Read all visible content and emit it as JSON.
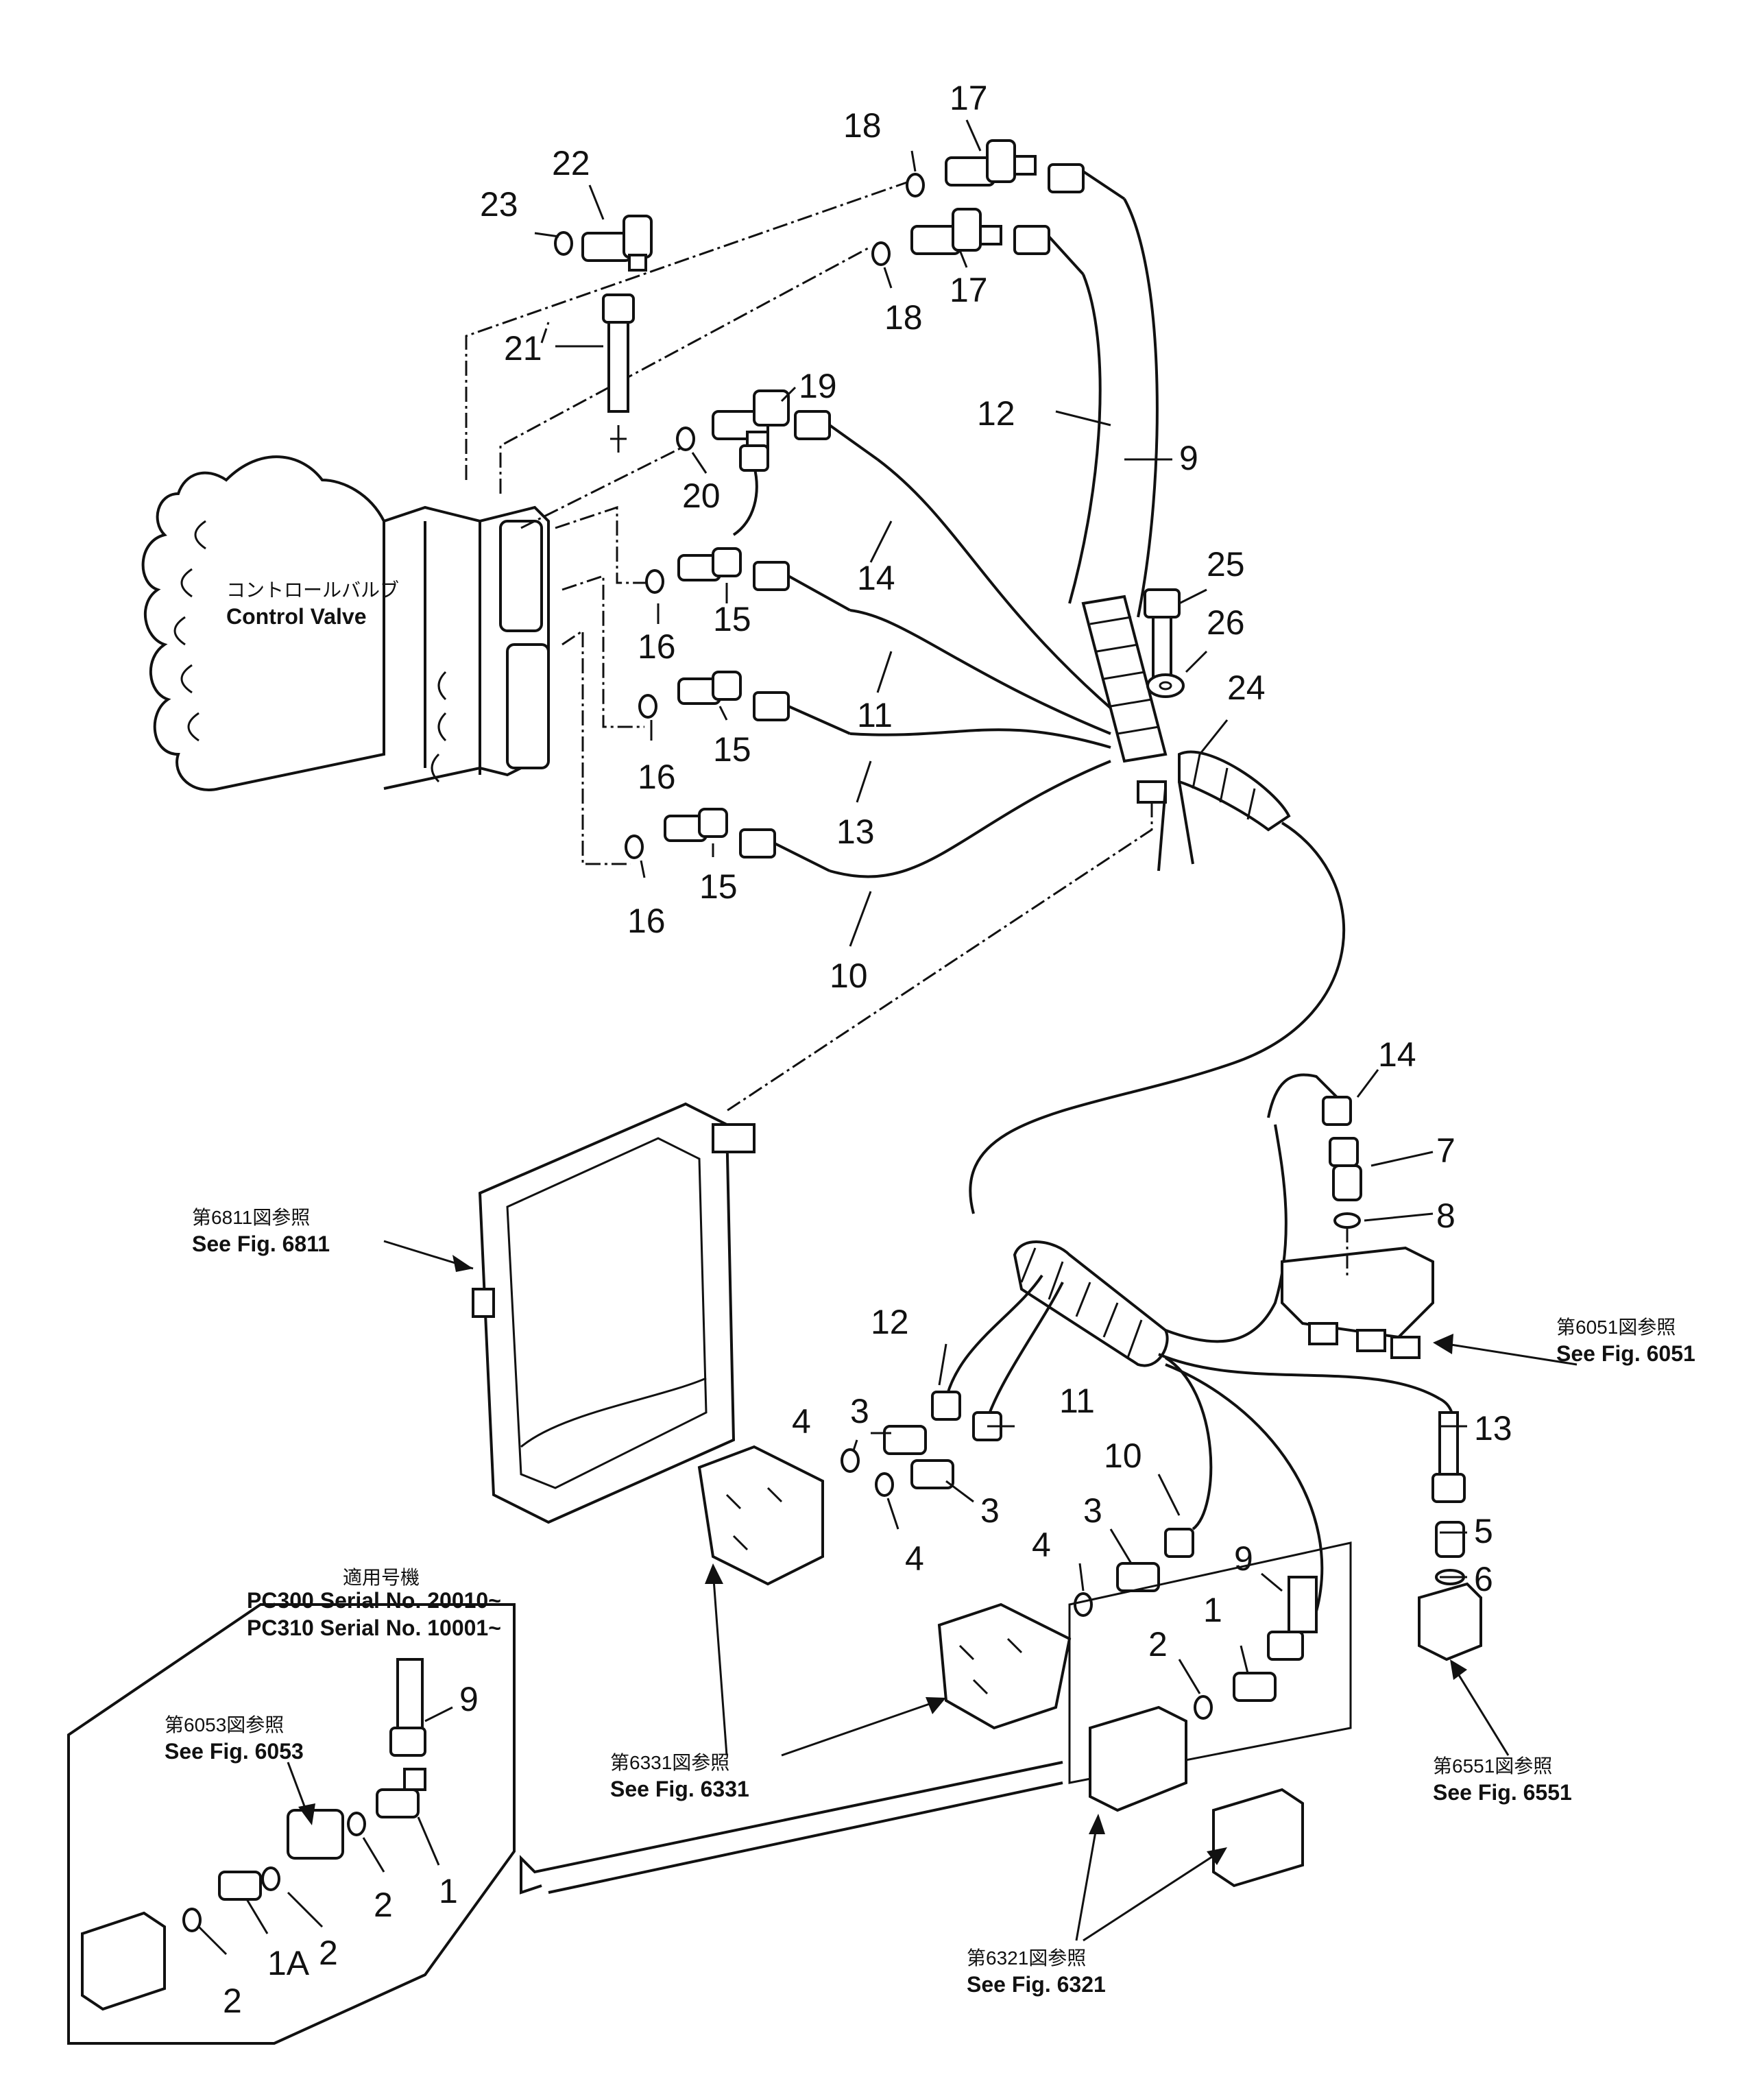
{
  "diagram": {
    "control_valve": {
      "label_jp": "コントロールバルブ",
      "label_en": "Control Valve"
    },
    "callouts": [
      {
        "id": "c17a",
        "text": "17"
      },
      {
        "id": "c18a",
        "text": "18"
      },
      {
        "id": "c22",
        "text": "22"
      },
      {
        "id": "c23",
        "text": "23"
      },
      {
        "id": "c18b",
        "text": "18"
      },
      {
        "id": "c17b",
        "text": "17"
      },
      {
        "id": "c21",
        "text": "21"
      },
      {
        "id": "c19",
        "text": "19"
      },
      {
        "id": "c12a",
        "text": "12"
      },
      {
        "id": "c9a",
        "text": "9"
      },
      {
        "id": "c20",
        "text": "20"
      },
      {
        "id": "c14a",
        "text": "14"
      },
      {
        "id": "c25",
        "text": "25"
      },
      {
        "id": "c26",
        "text": "26"
      },
      {
        "id": "c24",
        "text": "24"
      },
      {
        "id": "c16a",
        "text": "16"
      },
      {
        "id": "c15a",
        "text": "15"
      },
      {
        "id": "c11a",
        "text": "11"
      },
      {
        "id": "c16b",
        "text": "16"
      },
      {
        "id": "c15b",
        "text": "15"
      },
      {
        "id": "c13a",
        "text": "13"
      },
      {
        "id": "c16c",
        "text": "16"
      },
      {
        "id": "c15c",
        "text": "15"
      },
      {
        "id": "c10a",
        "text": "10"
      },
      {
        "id": "c14b",
        "text": "14"
      },
      {
        "id": "c7",
        "text": "7"
      },
      {
        "id": "c8",
        "text": "8"
      },
      {
        "id": "c12b",
        "text": "12"
      },
      {
        "id": "c3a",
        "text": "3"
      },
      {
        "id": "c11b",
        "text": "11"
      },
      {
        "id": "c4a",
        "text": "4"
      },
      {
        "id": "c3b",
        "text": "3"
      },
      {
        "id": "c4b",
        "text": "4"
      },
      {
        "id": "c10b",
        "text": "10"
      },
      {
        "id": "c3c",
        "text": "3"
      },
      {
        "id": "c4c",
        "text": "4"
      },
      {
        "id": "c13b",
        "text": "13"
      },
      {
        "id": "c5",
        "text": "5"
      },
      {
        "id": "c6",
        "text": "6"
      },
      {
        "id": "c9b",
        "text": "9"
      },
      {
        "id": "c1a",
        "text": "1"
      },
      {
        "id": "c2a",
        "text": "2"
      },
      {
        "id": "c9c",
        "text": "9"
      },
      {
        "id": "c1b",
        "text": "1"
      },
      {
        "id": "c2b",
        "text": "2"
      },
      {
        "id": "c2c",
        "text": "2"
      },
      {
        "id": "c1A",
        "text": "1A"
      },
      {
        "id": "c2d",
        "text": "2"
      }
    ],
    "references": {
      "fig6811": {
        "jp": "第6811図参照",
        "en": "See Fig. 6811"
      },
      "fig6051": {
        "jp": "第6051図参照",
        "en": "See Fig. 6051"
      },
      "fig6331": {
        "jp": "第6331図参照",
        "en": "See Fig. 6331"
      },
      "fig6053": {
        "jp": "第6053図参照",
        "en": "See Fig. 6053"
      },
      "fig6551": {
        "jp": "第6551図参照",
        "en": "See Fig. 6551"
      },
      "fig6321": {
        "jp": "第6321図参照",
        "en": "See Fig. 6321"
      }
    },
    "applicability": {
      "header": "適用号機",
      "line1": "PC300  Serial  No.  20010~",
      "line2": "PC310  Serial  No.  10001~"
    }
  }
}
